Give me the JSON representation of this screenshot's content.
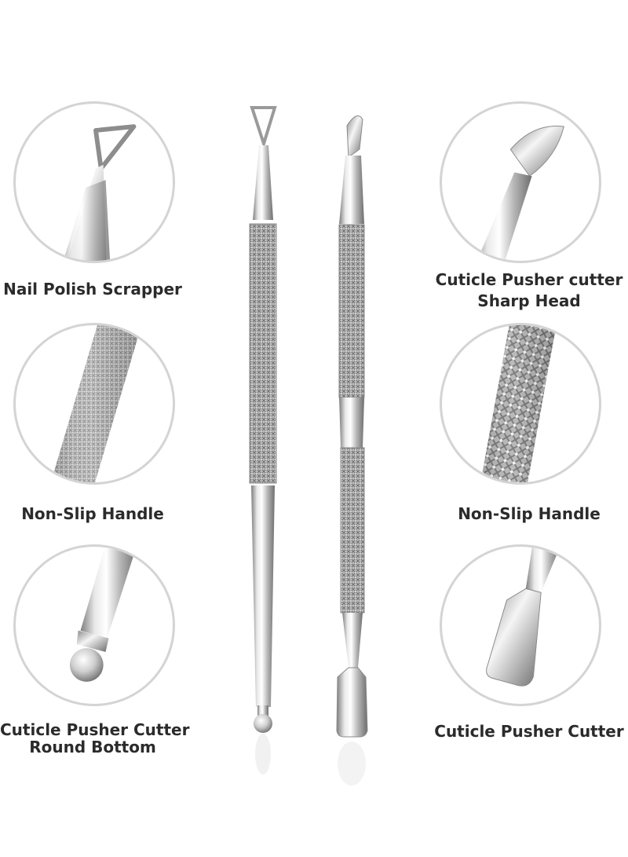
{
  "labels": {
    "top_left": "Nail Polish Scrapper",
    "top_right_line1": "Cuticle Pusher cutter",
    "top_right_line2": "Sharp Head",
    "mid_left": "Non-Slip Handle",
    "mid_right": "Non-Slip Handle",
    "bottom_left_line1": "Cuticle Pusher Cutter",
    "bottom_left_line2": "Round Bottom",
    "bottom_right": "Cuticle Pusher Cutter"
  },
  "colors": {
    "ring": "#d4d4d4",
    "label_text": "#2b2b2b",
    "steel_light": "#f2f2f2",
    "steel_dark": "#8a8a8a"
  }
}
